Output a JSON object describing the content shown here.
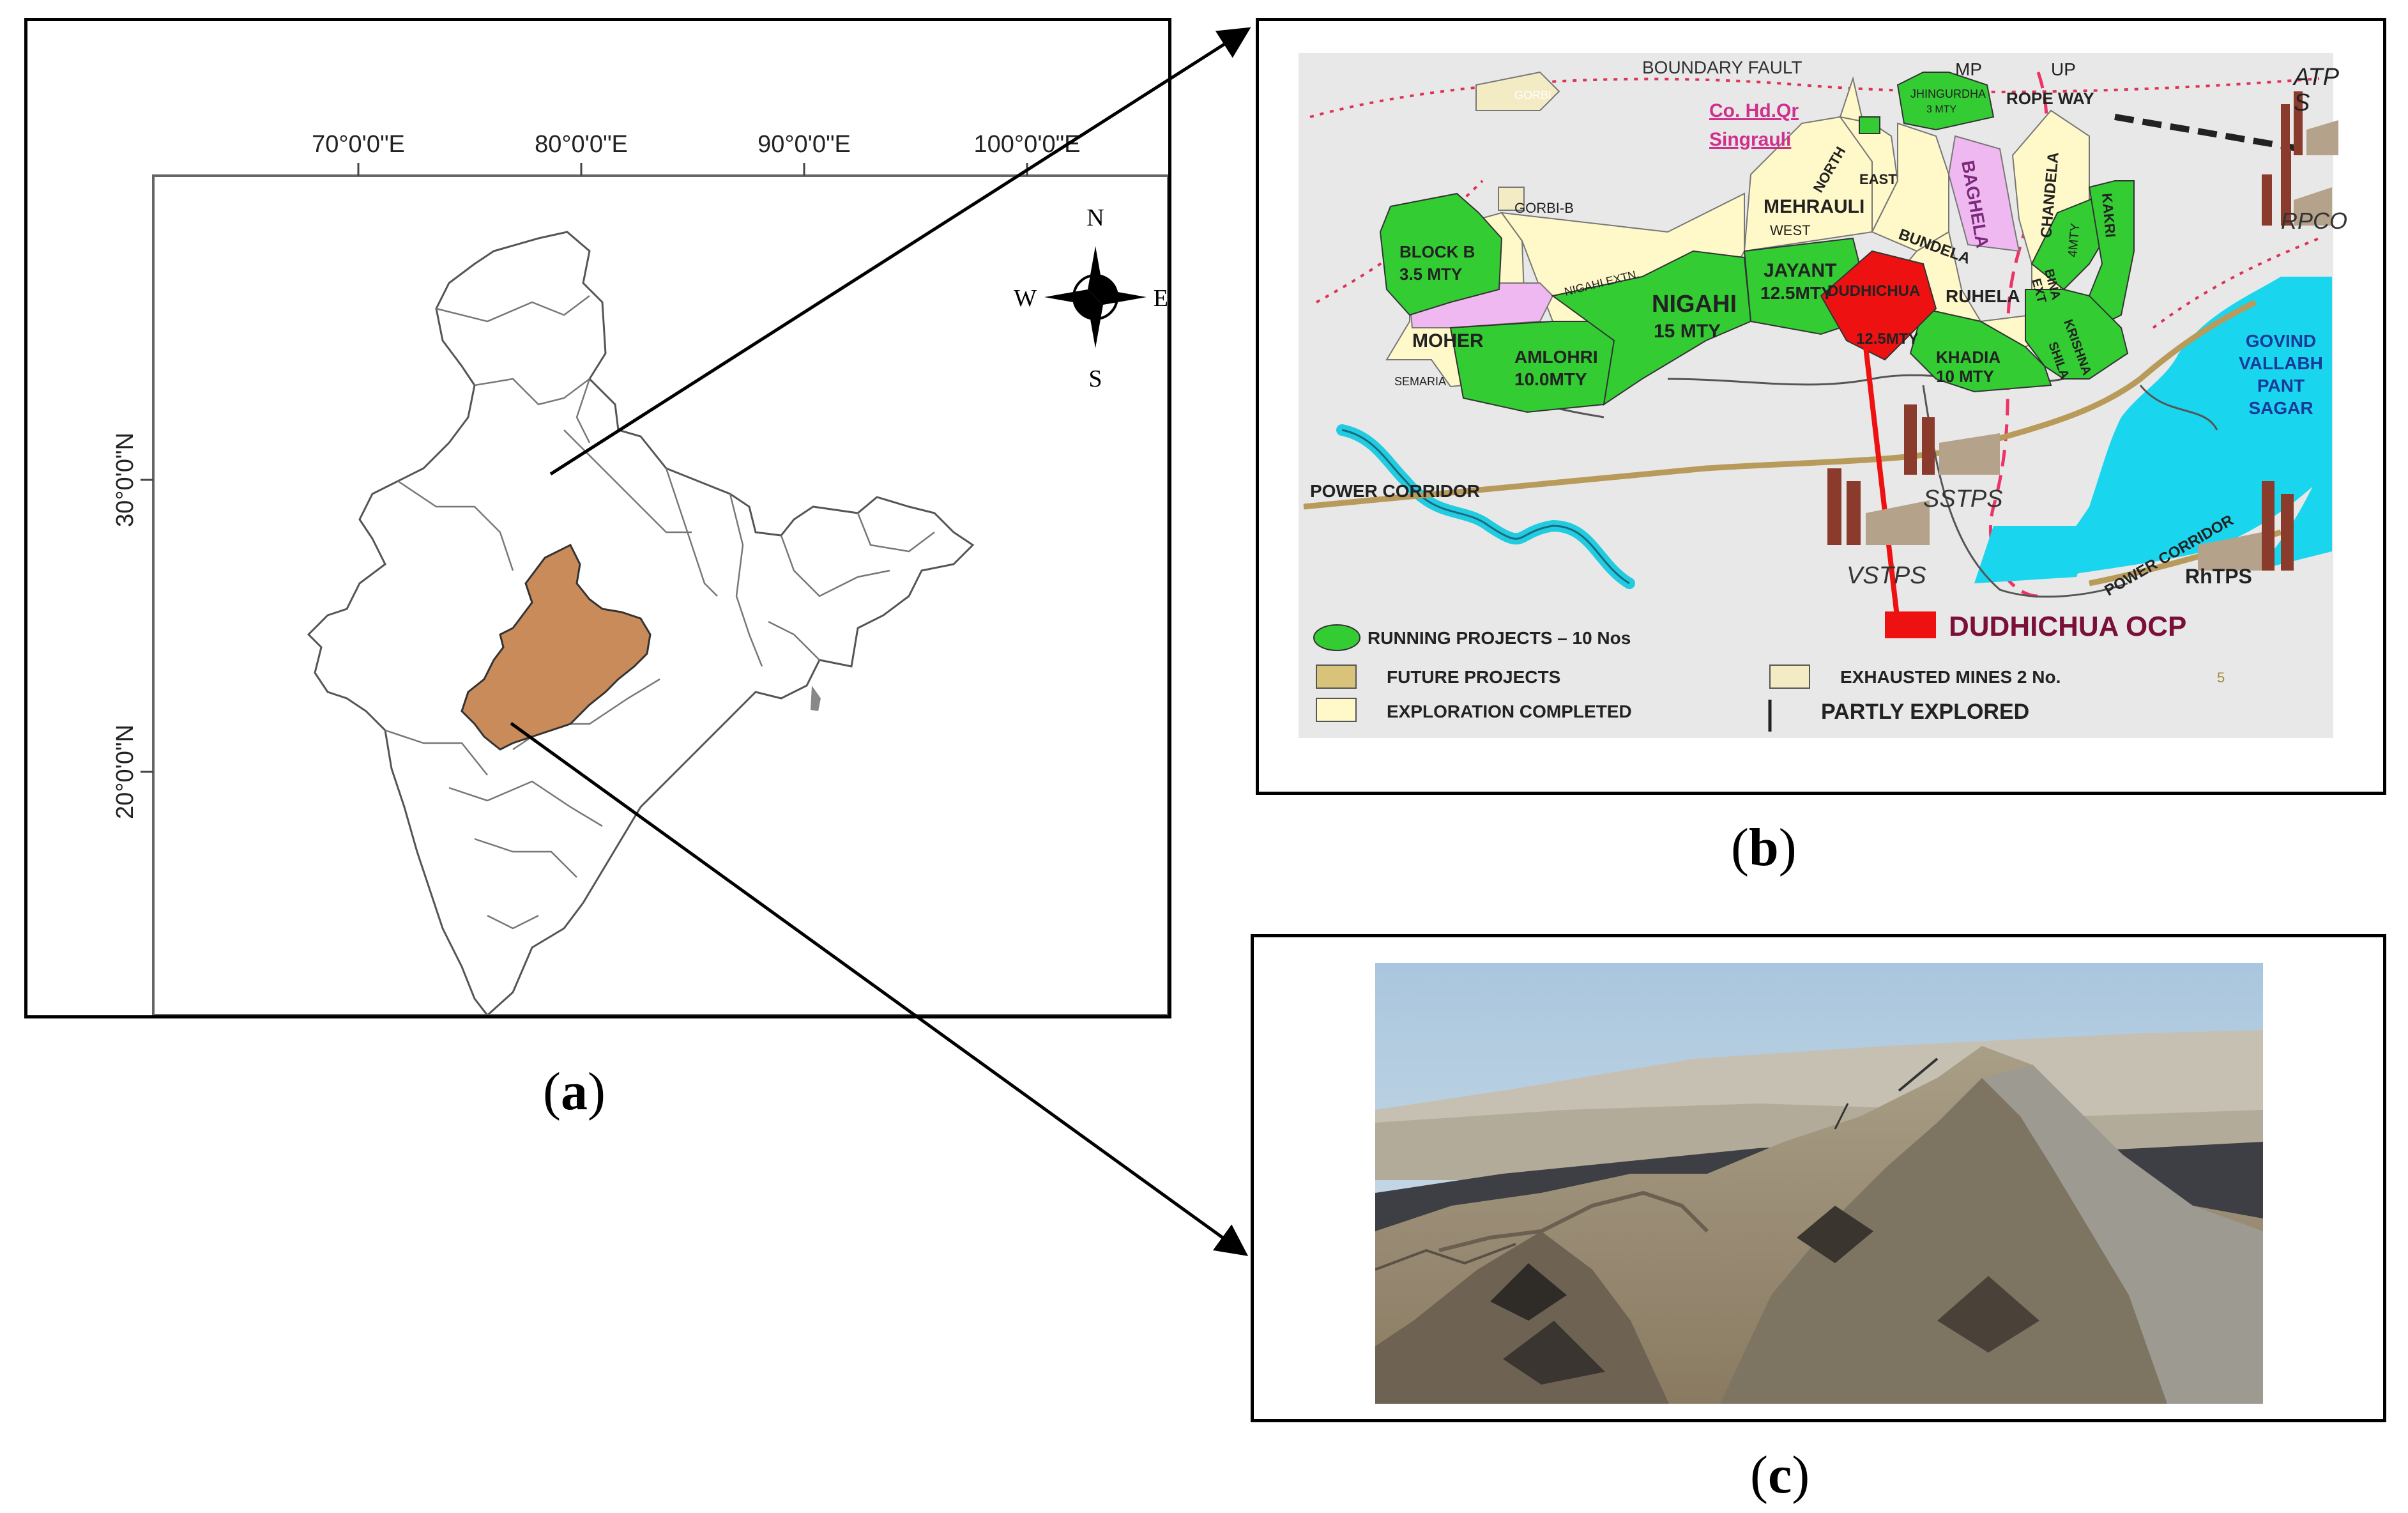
{
  "panels": {
    "a": {
      "label_open": "(",
      "label_letter": "a",
      "label_close": ")",
      "lon_ticks": [
        "70°0'0\"E",
        "80°0'0\"E",
        "90°0'0\"E",
        "100°0'0\"E"
      ],
      "lat_ticks": [
        "30°0'0\"N",
        "20°0'0\"N"
      ],
      "compass": {
        "n": "N",
        "s": "S",
        "e": "E",
        "w": "W"
      },
      "highlight_color": "#c98b5a"
    },
    "b": {
      "label_open": "(",
      "label_letter": "b",
      "label_close": ")",
      "map_labels": {
        "boundary_fault": "BOUNDARY FAULT",
        "gorbi": "GORBI",
        "mp": "MP",
        "up": "UP",
        "atp": "ATP",
        "atp_s": "S",
        "co_hd_qr": "Co. Hd.Qr",
        "singrauli": "Singrauli",
        "jhingurdha": "JHINGURDHA",
        "jhingurdha_cap": "3 MTY",
        "rope_way": "ROPE WAY",
        "north": "NORTH",
        "east": "EAST",
        "mehrauli": "MEHRAULI",
        "west": "WEST",
        "baghela": "BAGHELA",
        "chandela": "CHANDELA",
        "chandela_cap": "4MTY",
        "kakri": "KAKRI",
        "rpco": "RPCO",
        "gorbi_b": "GORBI-B",
        "block_b": "BLOCK B",
        "block_b_cap": "3.5 MTY",
        "nigahi_extn": "NIGAHI EXTN.",
        "jayant": "JAYANT",
        "jayant_cap": "12.5MTY",
        "bundela": "BUNDELA",
        "dudhichua": "DUDHICHUA",
        "dudhichua_cap": "12.5MTY",
        "ruhela": "RUHELA",
        "bina": "BINA",
        "bina_ext": "EXT",
        "krishna": "KRISHNA",
        "shila": "SHILA",
        "nigahi": "NIGAHI",
        "nigahi_cap": "15 MTY",
        "moher": "MOHER",
        "amlohri": "AMLOHRI",
        "amlohri_cap": "10.0MTY",
        "khadia": "KHADIA",
        "khadia_cap": "10 MTY",
        "semaria": "SEMARIA",
        "govind": "GOVIND",
        "vallabh": "VALLABH",
        "pant": "PANT",
        "sagar": "SAGAR",
        "power_corridor_left": "POWER CORRIDOR",
        "power_corridor_right": "POWER CORRIDOR",
        "sstps": "SSTPS",
        "vstps": "VSTPS",
        "rhtps": "RhTPS",
        "dudhichua_ocp": "DUDHICHUA OCP",
        "page_no": "5"
      },
      "legend": {
        "running": "RUNNING PROJECTS – 10 Nos",
        "future": "FUTURE PROJECTS",
        "exploration": "EXPLORATION COMPLETED",
        "exhausted": "EXHAUSTED MINES 2 No.",
        "partly": "PARTLY EXPLORED"
      },
      "colors": {
        "running": "#33cc33",
        "future": "#d9c27a",
        "exploration": "#fff8c8",
        "exhausted": "#f3ebc4",
        "highlight": "#ee1111",
        "partly": "#f0b8f0",
        "water": "#19d6ee",
        "corridor": "#b89a5a",
        "ocp_text": "#7a0f3a",
        "hq_text": "#d0308c"
      }
    },
    "c": {
      "label_open": "(",
      "label_letter": "c",
      "label_close": ")"
    }
  }
}
